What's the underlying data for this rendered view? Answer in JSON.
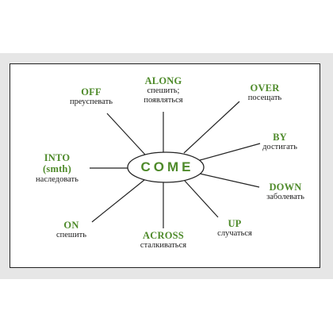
{
  "center": {
    "word": "COME"
  },
  "nodes": [
    {
      "id": "off",
      "prep": "OFF",
      "translation": "преуспевать"
    },
    {
      "id": "along",
      "prep": "ALONG",
      "translation_line1": "спешить;",
      "translation_line2": "появляться"
    },
    {
      "id": "over",
      "prep": "OVER",
      "translation": "посещать"
    },
    {
      "id": "by",
      "prep": "BY",
      "translation": "достигать"
    },
    {
      "id": "into",
      "prep_line1": "INTO",
      "prep_line2": "(smth)",
      "translation": "наследовать"
    },
    {
      "id": "down",
      "prep": "DOWN",
      "translation": "заболевать"
    },
    {
      "id": "on",
      "prep": "ON",
      "translation": "спешить"
    },
    {
      "id": "across",
      "prep": "ACROSS",
      "translation": "сталкиваться"
    },
    {
      "id": "up",
      "prep": "UP",
      "translation": "случаться"
    }
  ],
  "colors": {
    "accent": "#4e8a2a",
    "text": "#1a1a1a",
    "border": "#222222",
    "band": "#e6e6e6"
  }
}
